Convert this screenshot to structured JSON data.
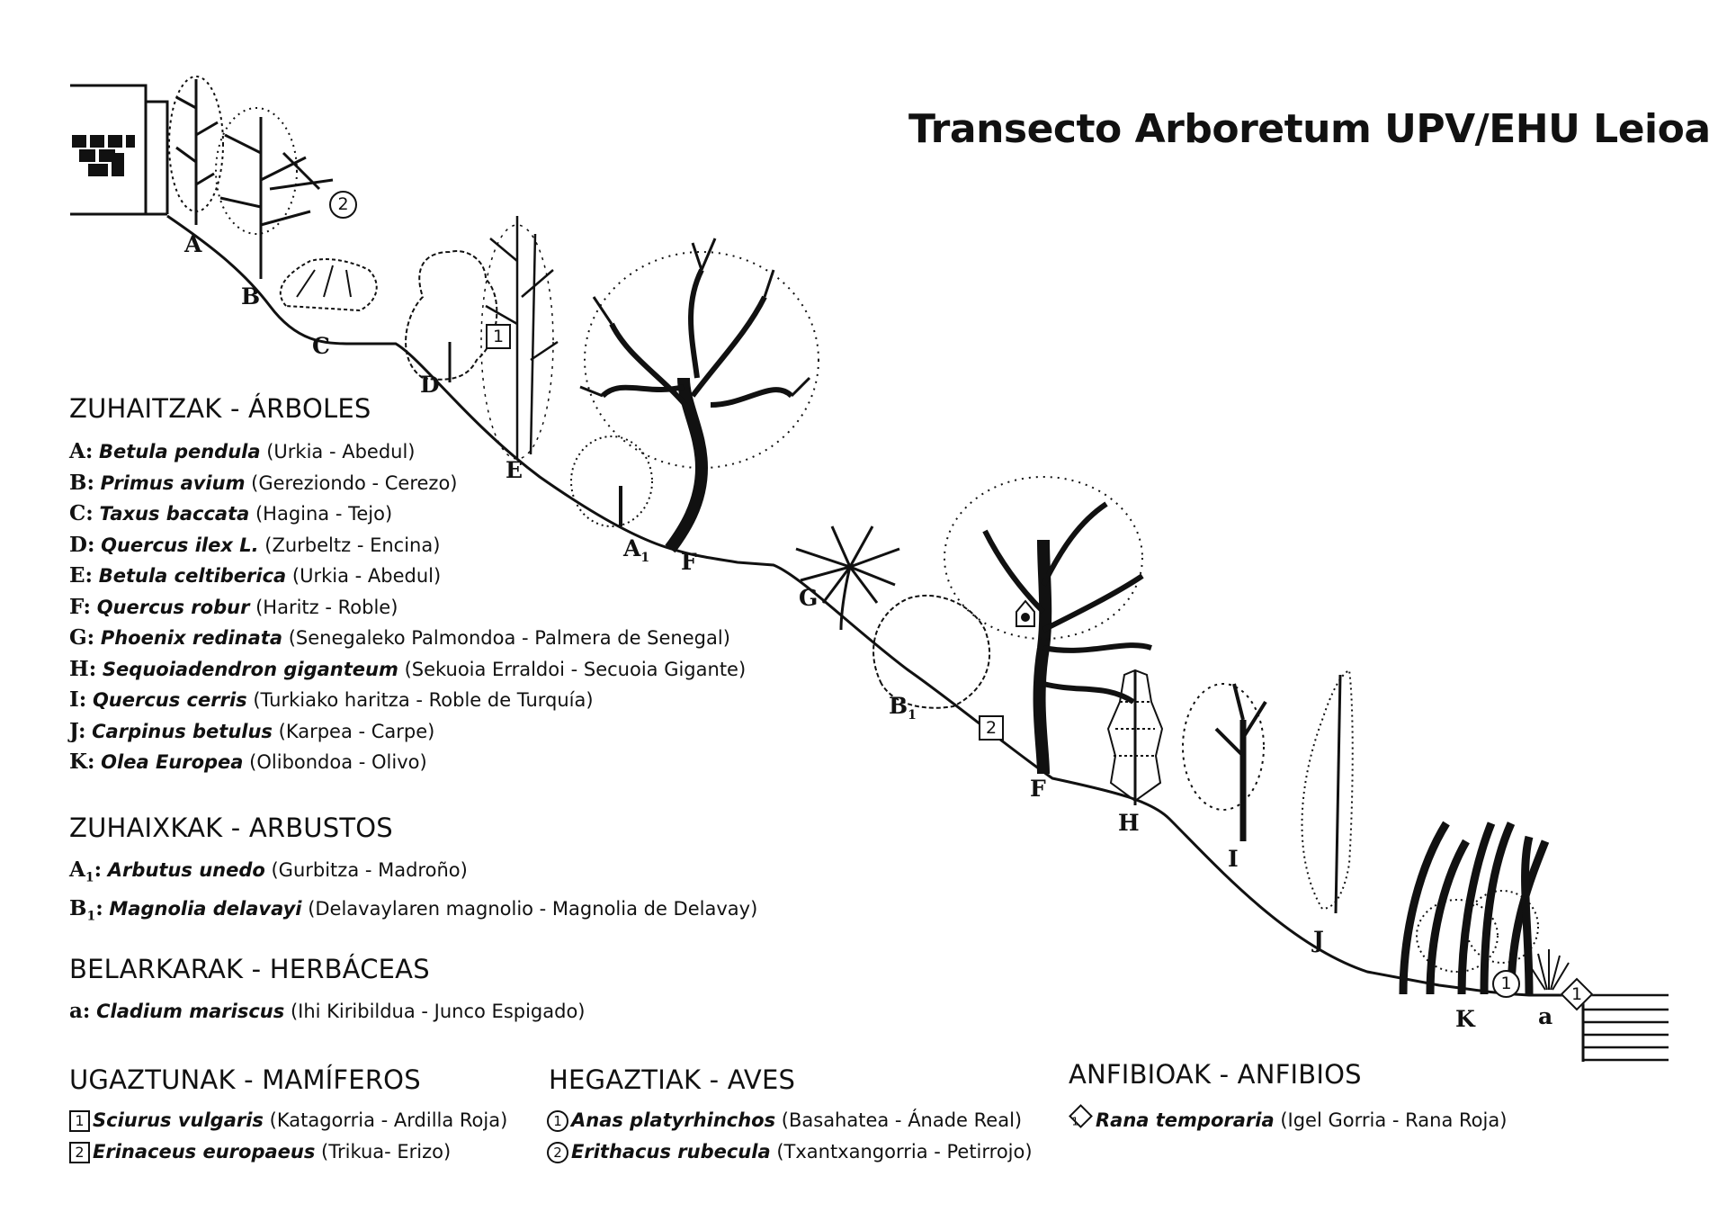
{
  "title": "Transecto Arboretum UPV/EHU Leioa",
  "colors": {
    "ink": "#111111",
    "paper": "#ffffff"
  },
  "logo": {
    "icon": "upv-ehu-logo-icon"
  },
  "sections": {
    "trees": {
      "heading": "ZUHAITZAK - ÁRBOLES",
      "items": [
        {
          "code": "A:",
          "species": "Betula pendula",
          "common": "(Urkia - Abedul)"
        },
        {
          "code": "B:",
          "species": "Primus avium",
          "common": "(Gereziondo - Cerezo)"
        },
        {
          "code": "C:",
          "species": "Taxus baccata",
          "common": "(Hagina - Tejo)"
        },
        {
          "code": "D:",
          "species": "Quercus ilex L.",
          "common": "(Zurbeltz - Encina)"
        },
        {
          "code": "E:",
          "species": "Betula celtiberica",
          "common": "(Urkia - Abedul)"
        },
        {
          "code": "F:",
          "species": "Quercus robur",
          "common": "(Haritz - Roble)"
        },
        {
          "code": "G:",
          "species": "Phoenix redinata",
          "common": "(Senegaleko Palmondoa - Palmera de Senegal)"
        },
        {
          "code": "H:",
          "species": "Sequoiadendron giganteum",
          "common": "(Sekuoia Erraldoi - Secuoia Gigante)"
        },
        {
          "code": "I:",
          "species": "Quercus cerris",
          "common": "(Turkiako haritza - Roble de Turquía)"
        },
        {
          "code": "J:",
          "species": "Carpinus betulus",
          "common": "(Karpea - Carpe)"
        },
        {
          "code": "K:",
          "species": "Olea Europea",
          "common": "(Olibondoa - Olivo)"
        }
      ]
    },
    "shrubs": {
      "heading": "ZUHAIXKAK - ARBUSTOS",
      "items": [
        {
          "code": "A",
          "sub": "1",
          "colon": ":",
          "species": "Arbutus unedo",
          "common": "(Gurbitza - Madroño)"
        },
        {
          "code": "B",
          "sub": "1",
          "colon": ":",
          "species": "Magnolia delavayi",
          "common": "(Delavaylaren magnolio - Magnolia de Delavay)"
        }
      ]
    },
    "herbs": {
      "heading": "BELARKARAK - HERBÁCEAS",
      "items": [
        {
          "code": "a:",
          "species": "Cladium mariscus",
          "common": "(Ihi Kiribildua - Junco Espigado)"
        }
      ]
    },
    "mammals": {
      "heading": "UGAZTUNAK - MAMÍFEROS",
      "items": [
        {
          "num": "1",
          "species": "Sciurus vulgaris",
          "common": "(Katagorria - Ardilla Roja)"
        },
        {
          "num": "2",
          "species": "Erinaceus europaeus",
          "common": "(Trikua- Erizo)"
        }
      ]
    },
    "birds": {
      "heading": "HEGAZTIAK - AVES",
      "items": [
        {
          "num": "1",
          "species": "Anas platyrhinchos",
          "common": "(Basahatea - Ánade Real)"
        },
        {
          "num": "2",
          "species": "Erithacus rubecula",
          "common": "(Txantxangorria - Petirrojo)"
        }
      ]
    },
    "amphibians": {
      "heading": "ANFIBIOAK - ANFIBIOS",
      "items": [
        {
          "num": "1",
          "species": "Rana temporaria",
          "common": "(Igel Gorria - Rana Roja)"
        }
      ]
    }
  },
  "diagram_labels": {
    "A": "A",
    "B": "B",
    "C": "C",
    "D": "D",
    "E": "E",
    "A1": "A",
    "A1_sub": "1",
    "F1": "F",
    "G": "G",
    "B1": "B",
    "B1_sub": "1",
    "F2": "F",
    "H": "H",
    "I": "I",
    "J": "J",
    "K": "K",
    "a": "a"
  },
  "diagram_markers": {
    "mammal_1": "1",
    "mammal_2": "2",
    "bird_1": "1",
    "bird_2": "2",
    "amphibian_1": "1",
    "nest_box": "nest-box-icon"
  }
}
